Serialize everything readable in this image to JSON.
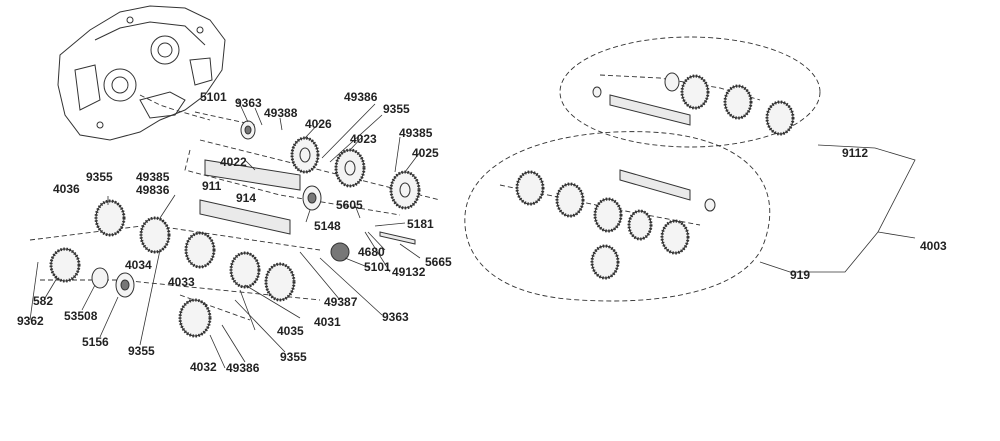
{
  "labels": {
    "l5101a": "5101",
    "l9363a": "9363",
    "l49388": "49388",
    "l4026": "4026",
    "l49386a": "49386",
    "l9355a": "9355",
    "l4023": "4023",
    "l49385a": "49385",
    "l4025": "4025",
    "l4022": "4022",
    "l9355b": "9355",
    "l49385b": "49385",
    "l49836": "49836",
    "l4036": "4036",
    "l911": "911",
    "l914": "914",
    "l5605": "5605",
    "l5181": "5181",
    "l5148": "5148",
    "l4680": "4680",
    "l5665": "5665",
    "l49132": "49132",
    "l5101b": "5101",
    "l4034": "4034",
    "l4033": "4033",
    "l582": "582",
    "l9362": "9362",
    "l53508": "53508",
    "l5156": "5156",
    "l9355c": "9355",
    "l4035": "4035",
    "l4031": "4031",
    "l49387": "49387",
    "l9363b": "9363",
    "l9355d": "9355",
    "l4032": "4032",
    "l49386b": "49386",
    "l9112": "9112",
    "l4003": "4003",
    "l919": "919"
  }
}
